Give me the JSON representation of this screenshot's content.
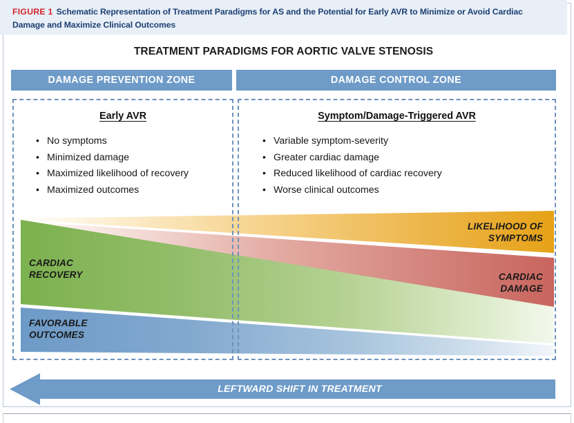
{
  "figure": {
    "label": "FIGURE 1",
    "caption": "Schematic Representation of Treatment Paradigms for AS and the Potential for Early AVR to Minimize or Avoid Cardiac Damage and Maximize Clinical Outcomes",
    "title": "TREATMENT PARADIGMS FOR AORTIC VALVE STENOSIS"
  },
  "colors": {
    "caption_label": "#d6232b",
    "caption_text": "#1d3f72",
    "zone_bar": "#6e9bc8",
    "dashed_border": "#6d92bb",
    "green": "#7fb352",
    "green_light": "#d9e8c4",
    "blue": "#6e9bc8",
    "blue_light": "#ccdcec",
    "orange": "#e8a51e",
    "orange_light": "#fbe9c2",
    "red": "#cc6b64",
    "red_light": "#f3dad4",
    "caption_band": "#e8eff7"
  },
  "zones": [
    {
      "id": "damage-prevention",
      "bar_label": "DAMAGE PREVENTION ZONE",
      "heading": "Early AVR",
      "bullets": [
        "No symptoms",
        "Minimized damage",
        "Maximized likelihood of recovery",
        "Maximized outcomes"
      ]
    },
    {
      "id": "damage-control",
      "bar_label": "DAMAGE CONTROL ZONE",
      "heading": "Symptom/Damage-Triggered AVR",
      "bullets": [
        "Variable symptom-severity",
        "Greater cardiac damage",
        "Reduced likelihood of cardiac recovery",
        "Worse clinical outcomes"
      ]
    }
  ],
  "bands": [
    {
      "id": "likelihood-of-symptoms",
      "label": "LIKELIHOOD OF\nSYMPTOMS",
      "direction": "increases-rightward",
      "color_start": "#ffffff",
      "color_end": "#e8a51e"
    },
    {
      "id": "cardiac-damage",
      "label": "CARDIAC\nDAMAGE",
      "direction": "increases-rightward",
      "color_start": "#ffffff",
      "color_end": "#cc6b64"
    },
    {
      "id": "cardiac-recovery",
      "label": "CARDIAC\nRECOVERY",
      "direction": "decreases-rightward",
      "color_start": "#7fb352",
      "color_end": "#ffffff"
    },
    {
      "id": "favorable-outcomes",
      "label": "FAVORABLE\nOUTCOMES",
      "direction": "decreases-rightward",
      "color_start": "#6e9bc8",
      "color_end": "#ffffff"
    }
  ],
  "arrow": {
    "label": "LEFTWARD SHIFT IN TREATMENT",
    "direction": "left",
    "color": "#6e9bc8"
  }
}
